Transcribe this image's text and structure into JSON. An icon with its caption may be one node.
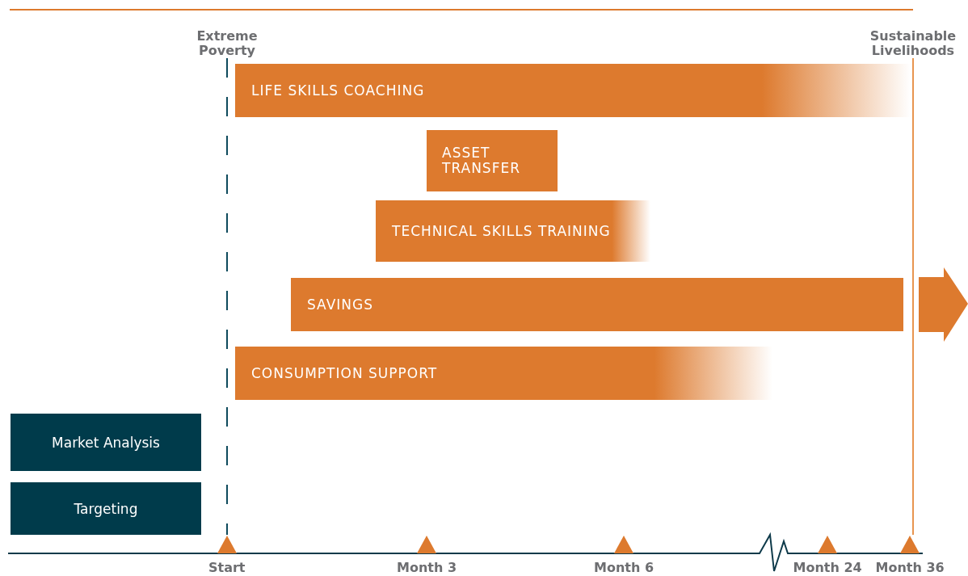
{
  "diagram": {
    "nodes": [
      {
        "text": [
          "LIFE SKILLS COACHING"
        ]
      },
      {
        "text": [
          "ASSET TRANSFER"
        ]
      },
      {
        "text": [
          "TECHNICAL SKILLS TRAINING"
        ]
      },
      {
        "text": [
          "SAVINGS"
        ]
      },
      {
        "text": [
          "CONSUMPTION SUPPORT"
        ]
      },
      {
        "text": [
          "Market Analysis"
        ]
      },
      {
        "text": [
          "Targeting"
        ]
      }
    ],
    "edges": [],
    "labels": [
      "Extreme Poverty",
      "Sustainable Livelihoods",
      "Start",
      "Month 3",
      "Month 6",
      "Month 24",
      "Month 36"
    ]
  }
}
